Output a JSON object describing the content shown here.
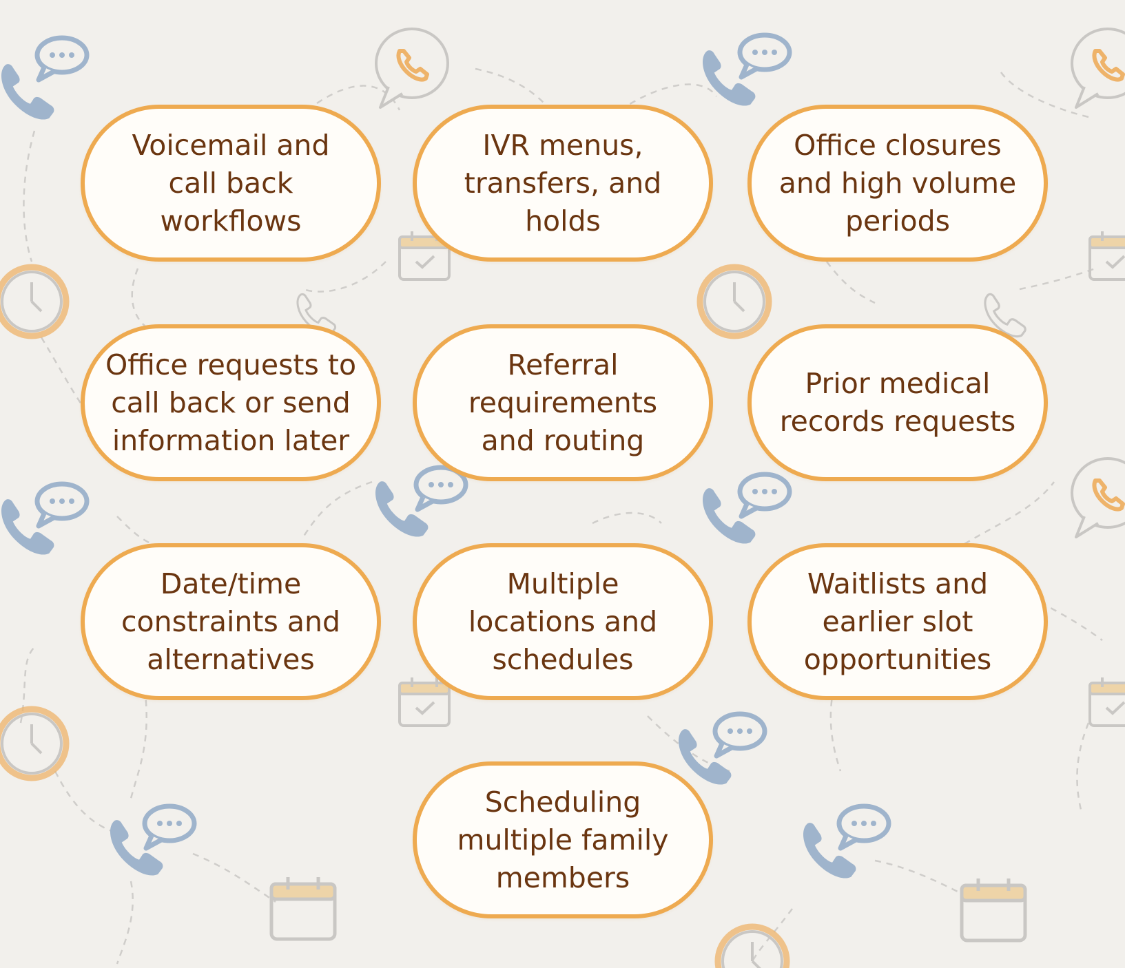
{
  "colors": {
    "background": "#f2f0ec",
    "pill_border": "#eeaa50",
    "pill_fill": "#fffdf9",
    "pill_text": "#6a3510",
    "decor_blue": "#9fb4cc",
    "decor_orange": "#eeb36a",
    "decor_gray": "#c9c7c4"
  },
  "pills": [
    "Voicemail and\ncall back\nworkflows",
    "IVR menus,\ntransfers, and\nholds",
    "Office closures\nand high volume\nperiods",
    "Office requests to\ncall back or send\ninformation later",
    "Referral\nrequirements\nand routing",
    "Prior medical\nrecords requests",
    "Date/time\nconstraints and\nalternatives",
    "Multiple\nlocations and\nschedules",
    "Waitlists and\nearlier slot\nopportunities",
    "Scheduling\nmultiple family\nmembers"
  ],
  "decor_icons": [
    "phone-chat-icon",
    "phone-bubble-icon",
    "calendar-check-icon",
    "calendar-icon",
    "clock-icon",
    "phone-icon"
  ]
}
